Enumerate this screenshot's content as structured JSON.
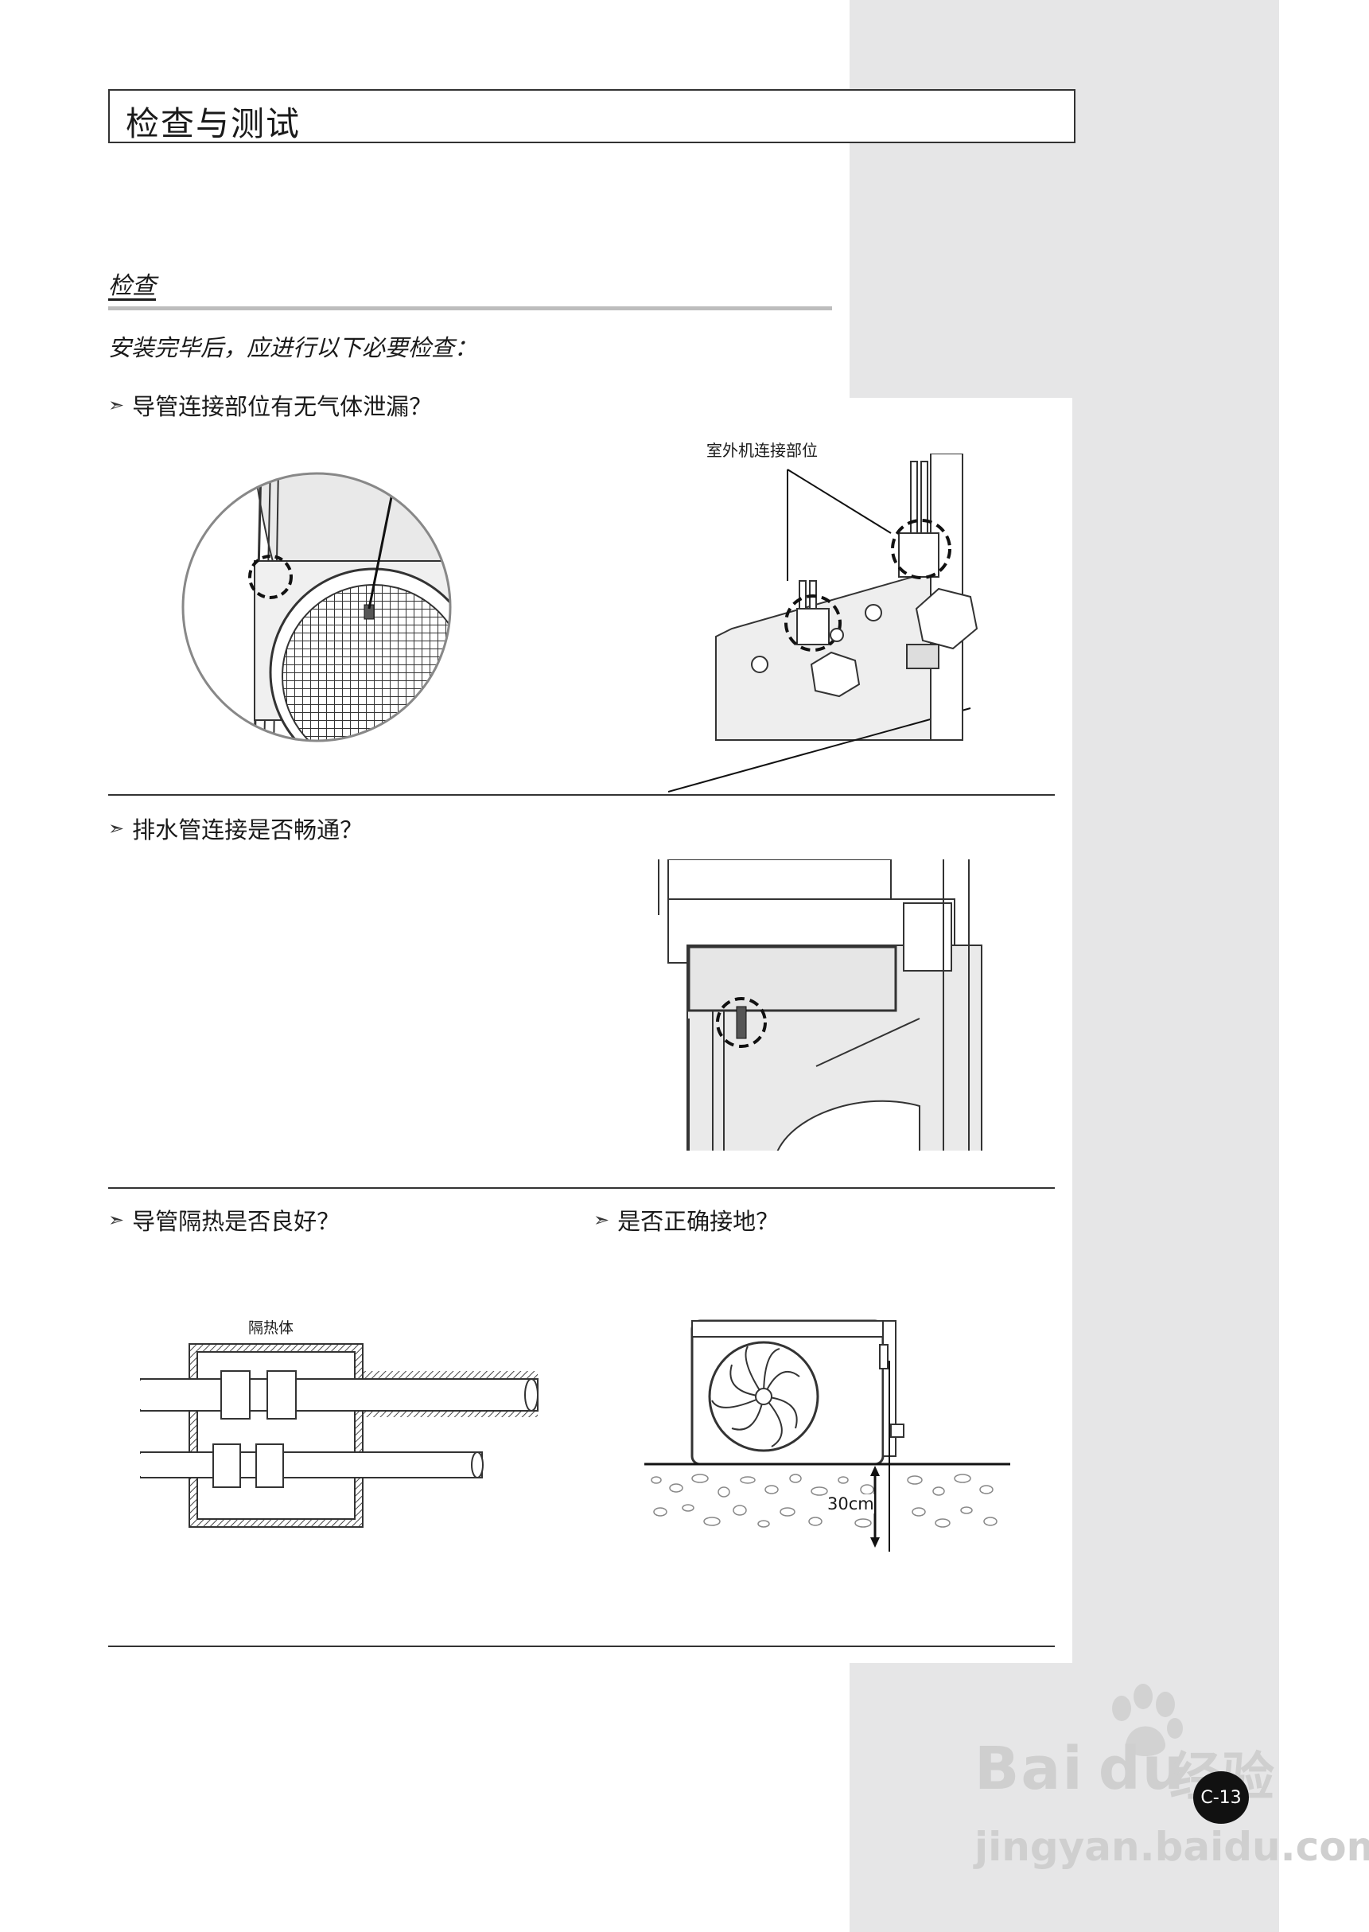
{
  "page": {
    "title": "检查与测试",
    "section_heading": "检查",
    "intro": "安装完毕后，应进行以下必要检查：",
    "page_number": "C-13"
  },
  "questions": [
    {
      "text": "导管连接部位有无气体泄漏？"
    },
    {
      "text": "排水管连接是否畅通？"
    },
    {
      "text": "导管隔热是否良好？"
    },
    {
      "text": "是否正确接地？"
    }
  ],
  "figures": {
    "outdoor_connection_label": "室外机连接部位",
    "insulation_label": "隔热体",
    "ground_depth_label": "30cm"
  },
  "watermark": {
    "brand": "Bai",
    "brand2": "du",
    "cn": "经验",
    "url": "jingyan.baidu.com"
  },
  "colors": {
    "sidebar_gray": "#e6e6e7",
    "rule": "#333333"
  },
  "icons": [
    "arrow-bullet-icon",
    "paw-icon"
  ]
}
